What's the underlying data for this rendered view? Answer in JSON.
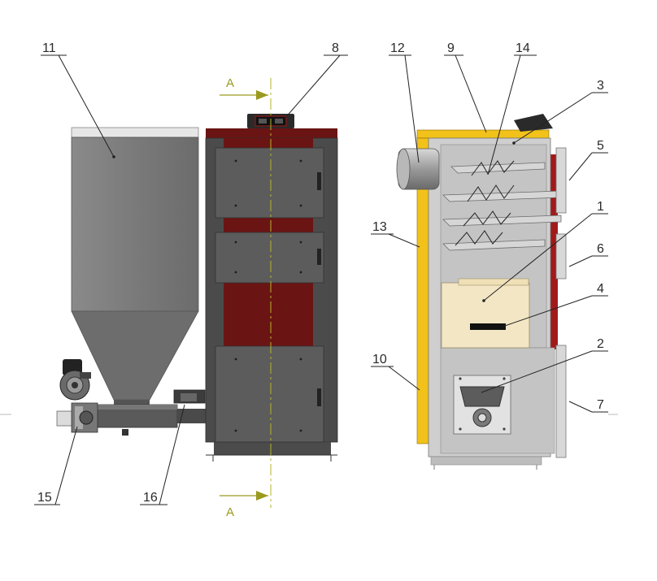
{
  "callouts": {
    "c1": "1",
    "c2": "2",
    "c3": "3",
    "c4": "4",
    "c5": "5",
    "c6": "6",
    "c7": "7",
    "c8": "8",
    "c9": "9",
    "c10": "10",
    "c11": "11",
    "c12": "12",
    "c13": "13",
    "c14": "14",
    "c15": "15",
    "c16": "16"
  },
  "section": {
    "top_label": "A",
    "bottom_label": "A"
  },
  "colors": {
    "hopper": "#7f7f7f",
    "hopper_dark": "#5e5e5e",
    "boiler_body": "#4b4b4b",
    "boiler_panel": "#5c5c5c",
    "boiler_red": "#6b1414",
    "casing_yellow": "#f2c21a",
    "interior_gray": "#c8c8c8",
    "refractory": "#f3e6c4",
    "section_line": "#b5b52a"
  },
  "icons": {
    "controller": "controller-icon",
    "burner_motor": "motor-icon",
    "section_arrow": "arrow-right-icon"
  }
}
